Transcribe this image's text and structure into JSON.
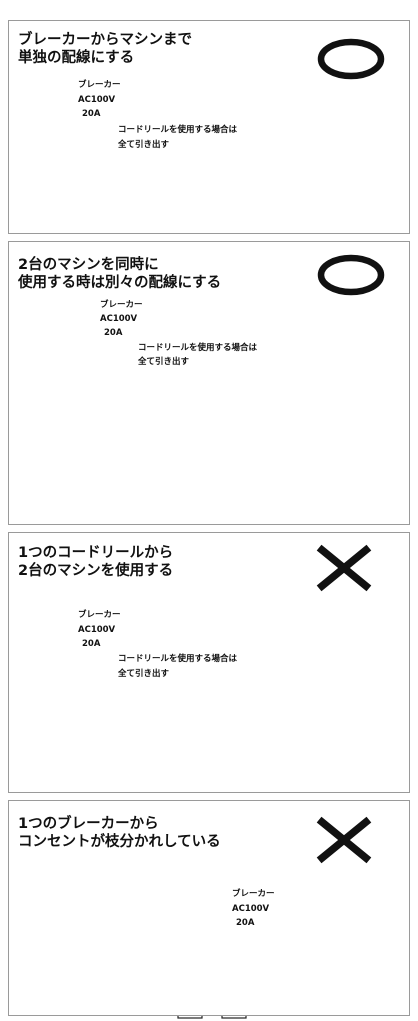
{
  "panels": [
    {
      "title_lines": [
        "ブレーカーからマシンまで",
        "単独の配線にする"
      ],
      "verdict": "ok",
      "verdict_icon": "circle-ok-icon",
      "breaker": {
        "label": "ブレーカー",
        "voltage": "AC100V",
        "amp": "20A"
      },
      "reel_note_lines": [
        "コードリールを使用する場合は",
        "全て引き出す"
      ]
    },
    {
      "title_lines": [
        "2台のマシンを同時に",
        "使用する時は別々の配線にする"
      ],
      "verdict": "ok",
      "verdict_icon": "circle-ok-icon",
      "breaker": {
        "label": "ブレーカー",
        "voltage": "AC100V",
        "amp": "20A"
      },
      "reel_note_lines": [
        "コードリールを使用する場合は",
        "全て引き出す"
      ]
    },
    {
      "title_lines": [
        "1つのコードリールから",
        "2台のマシンを使用する"
      ],
      "verdict": "ng",
      "verdict_icon": "cross-ng-icon",
      "breaker": {
        "label": "ブレーカー",
        "voltage": "AC100V",
        "amp": "20A"
      },
      "reel_note_lines": [
        "コードリールを使用する場合は",
        "全て引き出す"
      ]
    },
    {
      "title_lines": [
        "1つのブレーカーから",
        "コンセントが枝分かれしている"
      ],
      "verdict": "ng",
      "verdict_icon": "cross-ng-icon",
      "breaker": {
        "label": "ブレーカー",
        "voltage": "AC100V",
        "amp": "20A"
      }
    }
  ]
}
